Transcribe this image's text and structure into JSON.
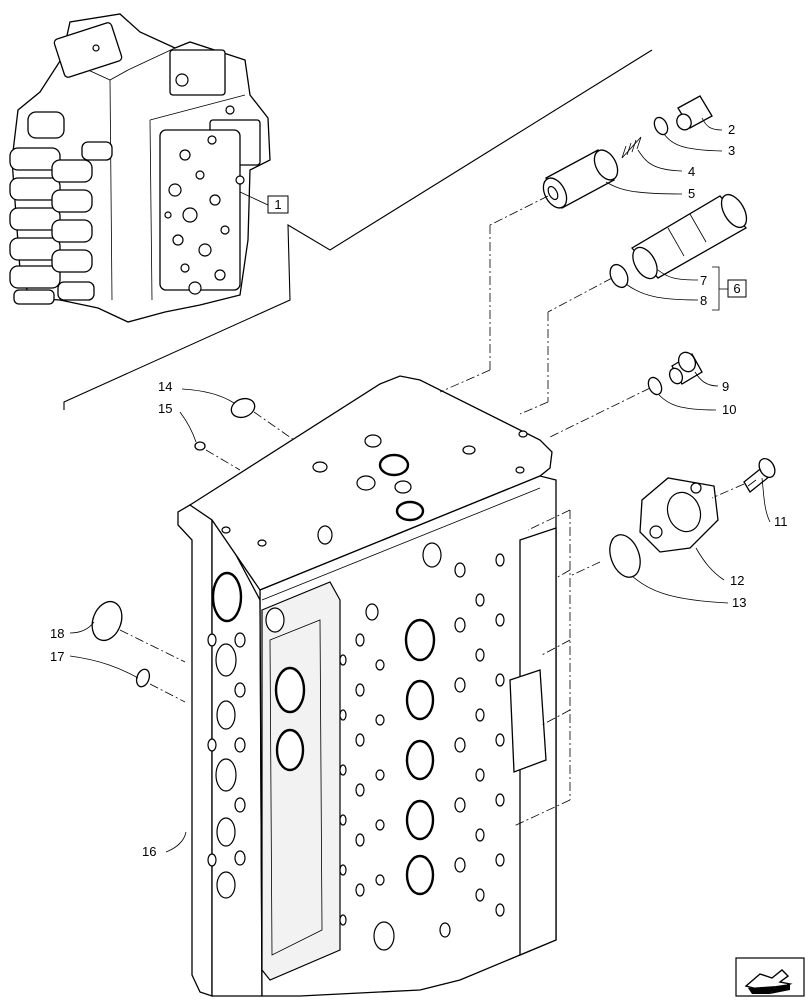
{
  "diagram": {
    "callouts": [
      {
        "id": "c1",
        "text": "1",
        "boxed": true
      },
      {
        "id": "c2",
        "text": "2"
      },
      {
        "id": "c3",
        "text": "3"
      },
      {
        "id": "c4",
        "text": "4"
      },
      {
        "id": "c5",
        "text": "5"
      },
      {
        "id": "c6",
        "text": "6",
        "boxed": true
      },
      {
        "id": "c7",
        "text": "7"
      },
      {
        "id": "c8",
        "text": "8"
      },
      {
        "id": "c9",
        "text": "9"
      },
      {
        "id": "c10",
        "text": "10"
      },
      {
        "id": "c11",
        "text": "11"
      },
      {
        "id": "c12",
        "text": "12"
      },
      {
        "id": "c13",
        "text": "13"
      },
      {
        "id": "c14",
        "text": "14"
      },
      {
        "id": "c15",
        "text": "15"
      },
      {
        "id": "c16",
        "text": "16"
      },
      {
        "id": "c17",
        "text": "17"
      },
      {
        "id": "c18",
        "text": "18"
      }
    ],
    "nav_icon": "arrow-next-icon",
    "line_color": "#000000",
    "background": "#ffffff"
  }
}
